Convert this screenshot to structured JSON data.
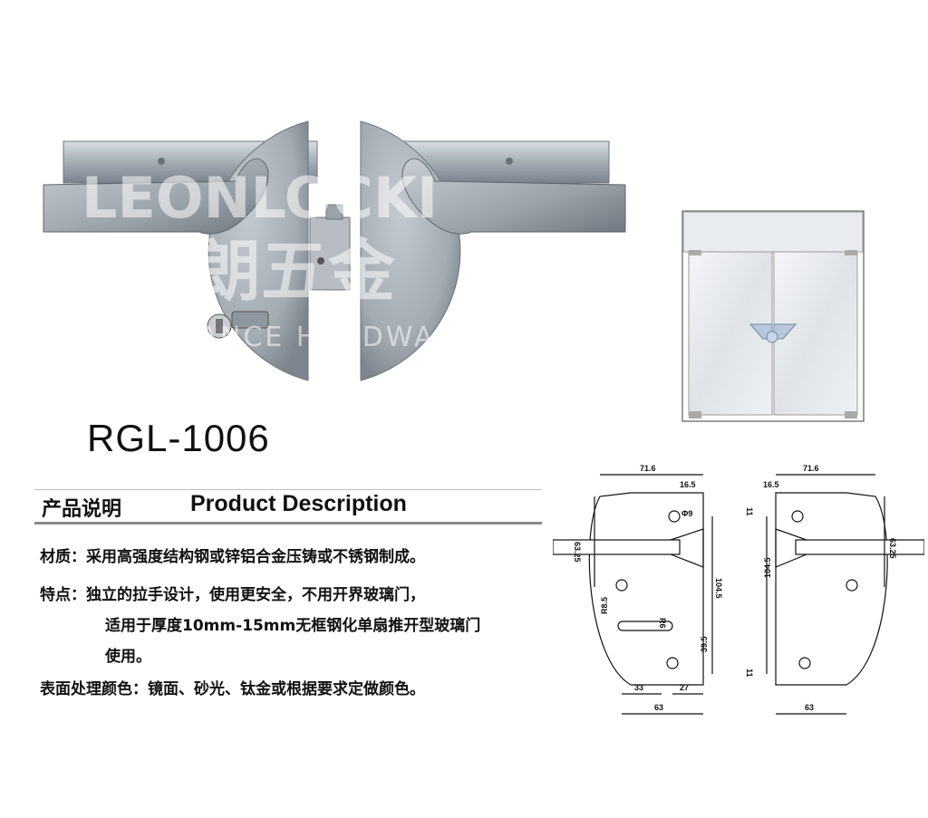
{
  "watermark": {
    "brand_latin": "LEONLOCKI",
    "brand_cn": "乐朗五金",
    "tagline": "RELIANCE HARDWARE"
  },
  "model": "RGL-1006",
  "description": {
    "title_cn": "产品说明",
    "title_en": "Product Description",
    "material_label": "材质：",
    "material_text": "采用高强度结构钢或锌铝合金压铸或不锈钢制成。",
    "feature_label": "特点：",
    "feature_line1": "独立的拉手设计，使用更安全，不用开界玻璃门，",
    "feature_line2": "适用于厚度10mm-15mm无框钢化单扇推开型玻璃门",
    "feature_line3": "使用。",
    "finish_label": "表面处理颜色：",
    "finish_text": "镜面、砂光、钛金或根据要求定做颜色。"
  },
  "dimensions": {
    "width_top_left": "71.6",
    "width_top_right": "71.6",
    "offset_left": "16.5",
    "offset_right": "16.5",
    "height_left_upper": "63.25",
    "height_right_upper": "63.25",
    "height_total_left": "104.5",
    "height_total_right": "104.5",
    "small_gap_top": "11",
    "small_gap_bottom": "11",
    "lower_height": "39.5",
    "radius": "R8.5",
    "slot_width": "R6",
    "bottom_inner": "33",
    "bottom_small": "27",
    "bottom_width_left": "63",
    "bottom_width_right": "63",
    "hole_dia": "Φ9"
  }
}
